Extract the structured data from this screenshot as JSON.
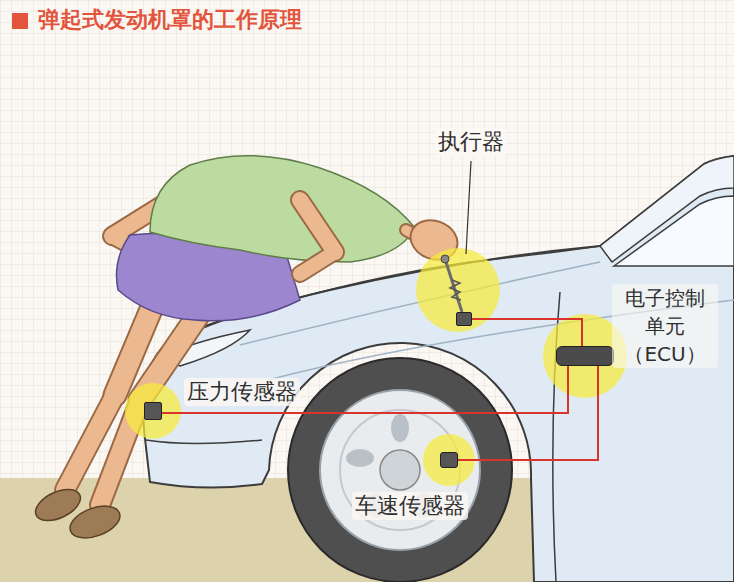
{
  "diagram": {
    "title": "弹起式发动机罩的工作原理",
    "nodes": [
      {
        "text": [
          "执行器"
        ]
      },
      {
        "text": [
          "电子控制 单元 （ECU）"
        ]
      },
      {
        "text": [
          "压力传感器"
        ]
      },
      {
        "text": [
          "车速传感器"
        ]
      }
    ],
    "edges": [
      {
        "from": 2,
        "to": 1,
        "arrow": "none"
      },
      {
        "from": 3,
        "to": 1,
        "arrow": "none"
      },
      {
        "from": 1,
        "to": 0,
        "arrow": "none"
      }
    ]
  }
}
